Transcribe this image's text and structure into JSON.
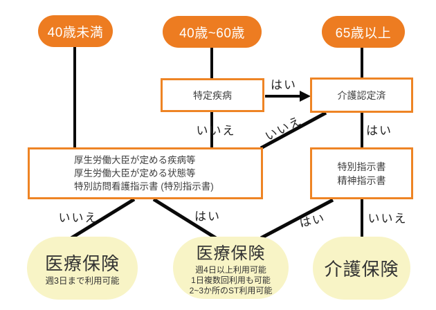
{
  "colors": {
    "orange": "#ed7c21",
    "box_border": "#ee8424",
    "outcome_yellow": "#f8f4c6",
    "line_black": "#0a0a0a",
    "pill_text": "#ffffff"
  },
  "age_pills": [
    {
      "label": "40歳未満"
    },
    {
      "label": "40歳~60歳"
    },
    {
      "label": "65歳以上"
    }
  ],
  "decision_boxes": {
    "specified_disease": "特定疾病",
    "care_certified": "介護認定済",
    "mhlw_criteria": {
      "line1": "厚生労働大臣が定める疾病等",
      "line2": "厚生労働大臣が定める状態等",
      "line3": "特別訪問看護指示書 (特別指示書)"
    },
    "instruction_docs": {
      "line1": "特別指示書",
      "line2": "精神指示書"
    }
  },
  "labels": {
    "yes": "はい",
    "no": "いいえ"
  },
  "outcomes": {
    "medical_limited": {
      "title": "医療保険",
      "note1": "週3日まで利用可能"
    },
    "medical_extended": {
      "title": "医療保険",
      "note1": "週4日以上利用可能",
      "note2": "1日複数回利用も可能",
      "note3": "2~3か所のST利用可能"
    },
    "care": {
      "title": "介護保険"
    }
  }
}
